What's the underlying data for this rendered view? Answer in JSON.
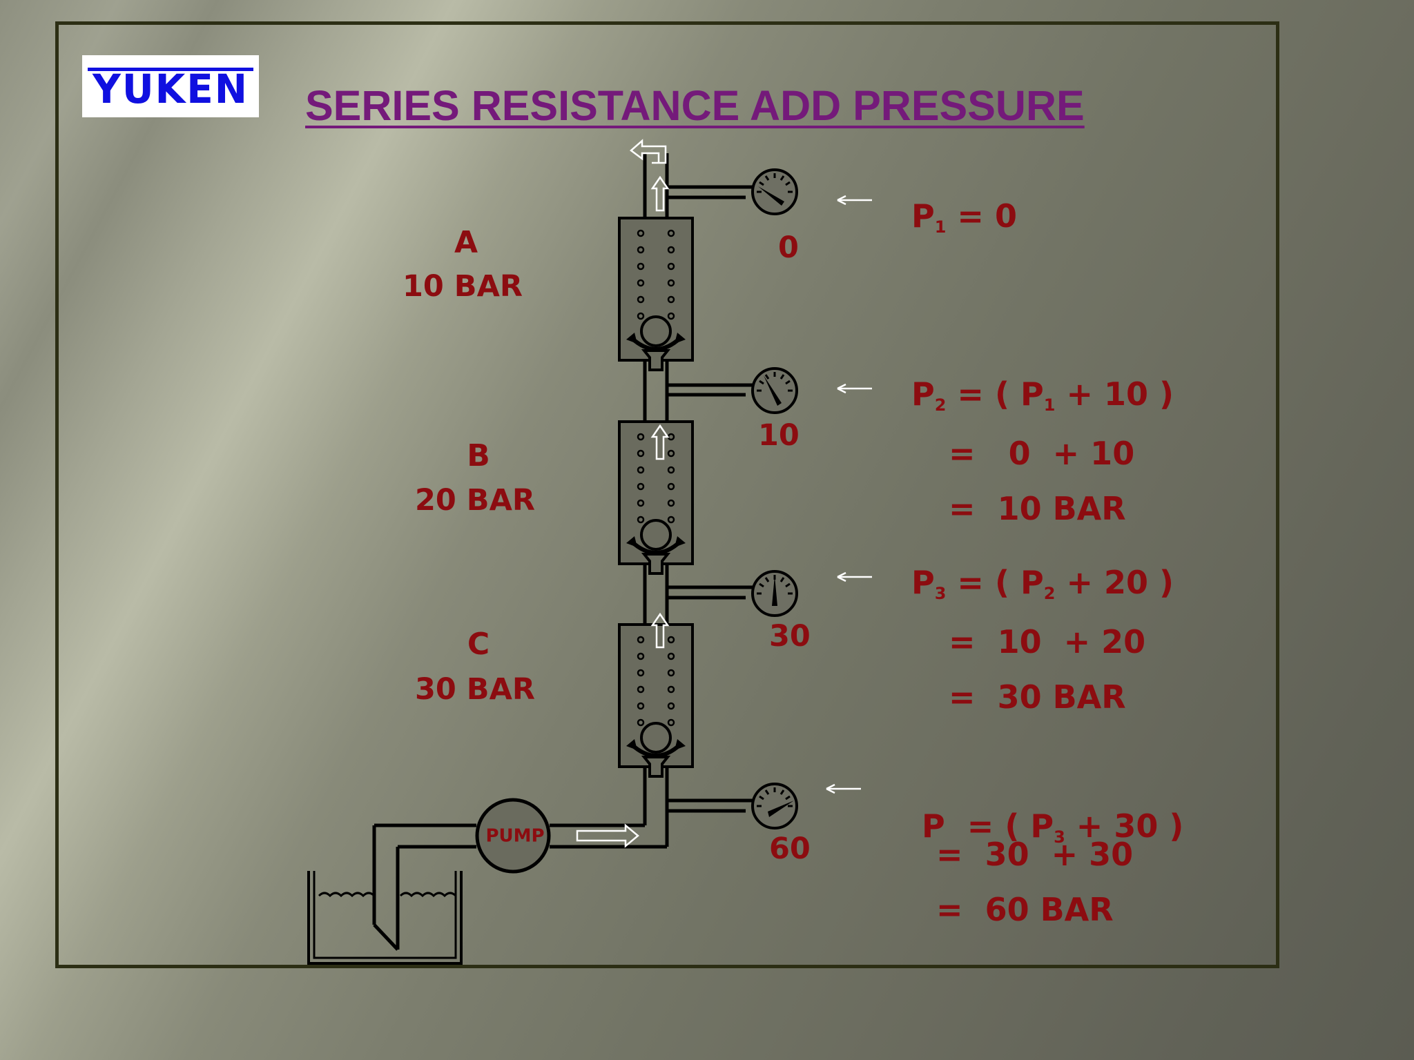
{
  "logo_text": "YUKEN",
  "title": "SERIES RESISTANCE ADD PRESSURE",
  "valves": [
    {
      "name": "A",
      "pressure": "10 BAR"
    },
    {
      "name": "B",
      "pressure": "20 BAR"
    },
    {
      "name": "C",
      "pressure": "30 BAR"
    }
  ],
  "gauges": [
    "0",
    "10",
    "30",
    "60"
  ],
  "pump_label": "PUMP",
  "equations": {
    "p1": {
      "sym": "P",
      "sub": "1",
      "rest": " = 0"
    },
    "p2": {
      "sym": "P",
      "sub": "2",
      "mid": " = ( P",
      "sub2": "1",
      "rest": " + 10 )",
      "line2": "=   0  + 10",
      "line3": "=  10 BAR"
    },
    "p3": {
      "sym": "P",
      "sub": "3",
      "mid": " = ( P",
      "sub2": "2",
      "rest": " + 20 )",
      "line2": "=  10  + 20",
      "line3": "=  30 BAR"
    },
    "p": {
      "sym": "P  = ( P",
      "sub": "3",
      "rest": " + 30 )",
      "line2": "=  30  + 30",
      "line3": "=  60 BAR"
    }
  },
  "colors": {
    "title": "#741a7a",
    "labels": "#8c0c10",
    "logo": "#1010e0",
    "frame": "#2c2e14"
  }
}
